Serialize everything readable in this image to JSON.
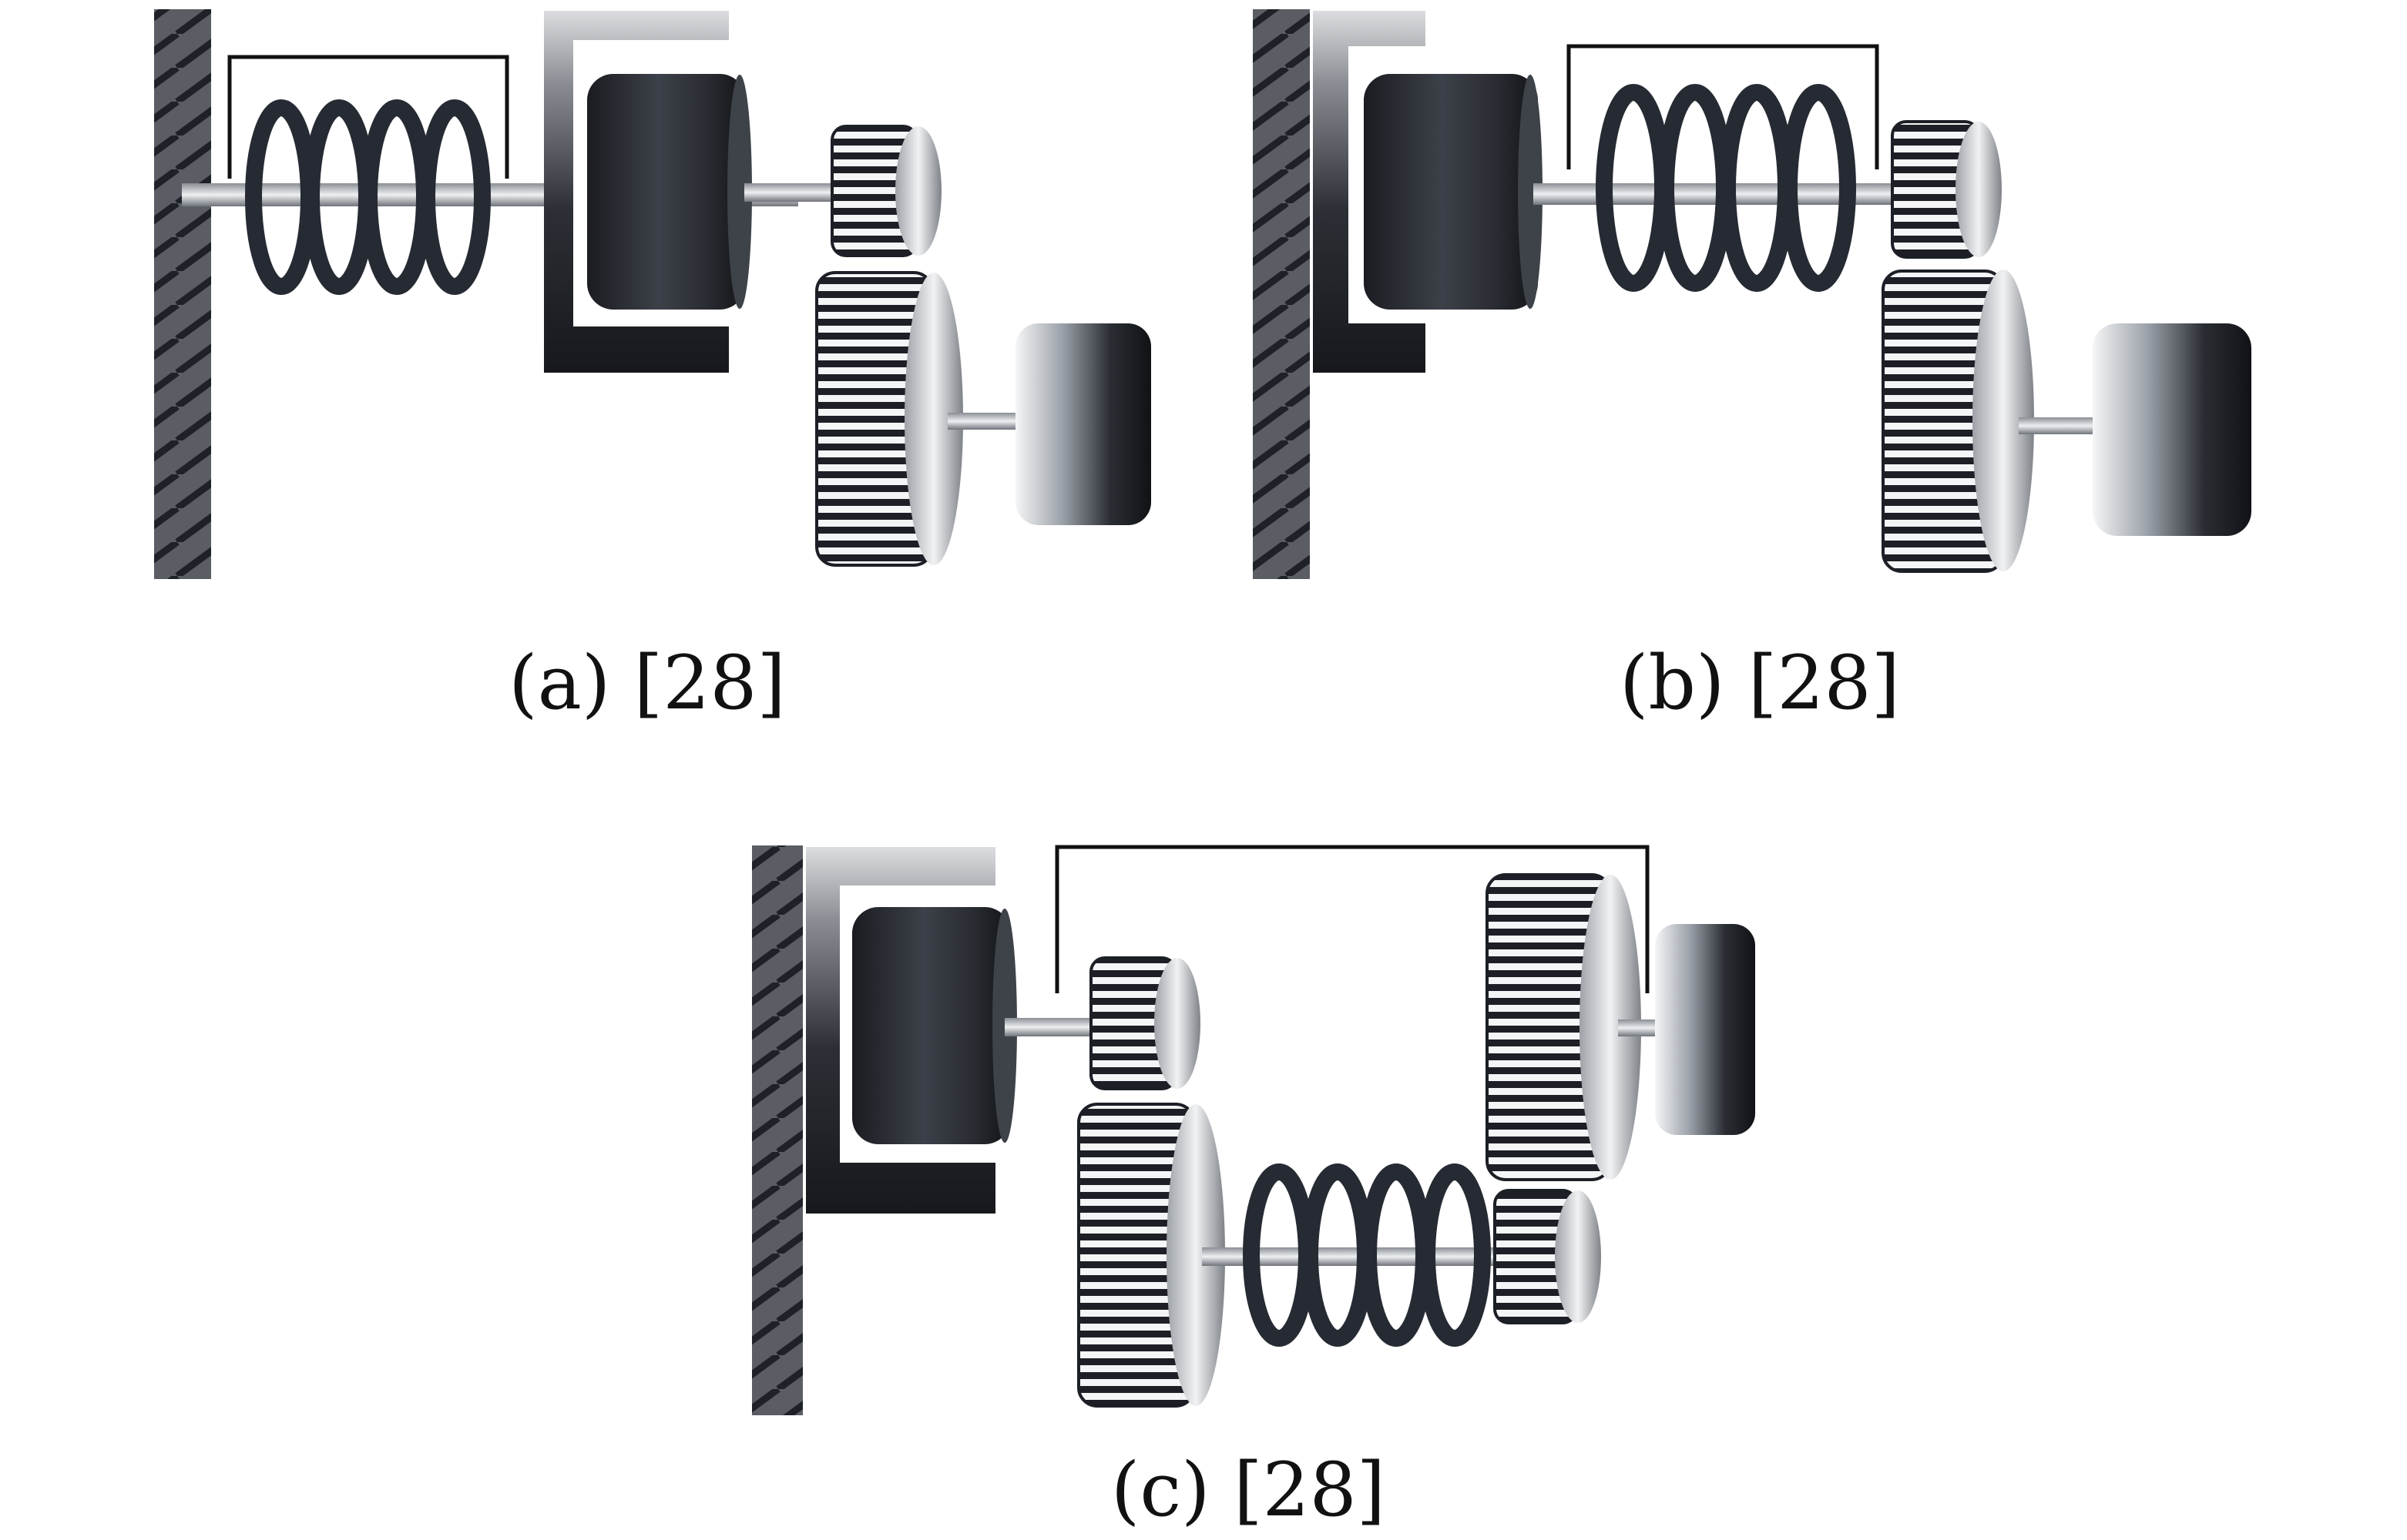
{
  "panels": [
    {
      "id": "a",
      "caption": "(a)  [28]",
      "config": "spring-before-mass"
    },
    {
      "id": "b",
      "caption": "(b)  [28]",
      "config": "spring-after-mass"
    },
    {
      "id": "c",
      "caption": "(c)  [28]",
      "config": "spring-between-gear-stages"
    }
  ],
  "colors": {
    "background": "#ffffff",
    "wall": "#5a5d64",
    "wall_hatch": "#1e2128",
    "mass": "#2b2e35",
    "spring": "#262a33",
    "gear_teeth": "#1c1f26",
    "gear_body": "#d4d6d9",
    "shaft": "#b8bcc2",
    "frame_line": "#111111",
    "caption": "#111111"
  },
  "icons": [
    "wall-hatch",
    "coil-spring",
    "inertial-mass",
    "gear",
    "flywheel"
  ]
}
